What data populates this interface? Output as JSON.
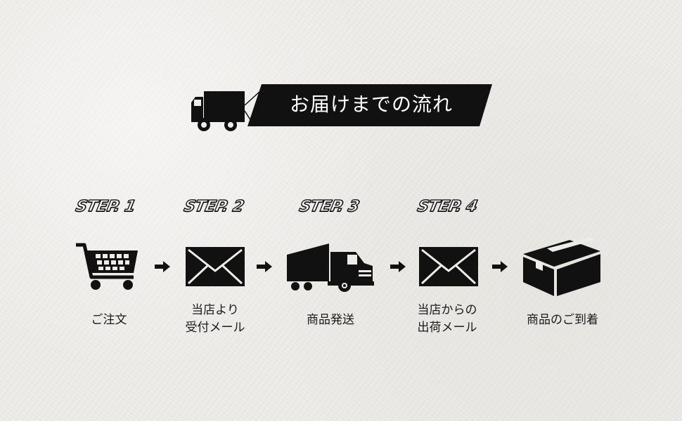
{
  "header": {
    "title": "お届けまでの流れ",
    "icon": "truck-icon"
  },
  "steps": [
    {
      "label": "STEP. 1",
      "icon": "shopping-cart-icon",
      "caption_lines": [
        "ご注文"
      ]
    },
    {
      "label": "STEP. 2",
      "icon": "envelope-icon",
      "caption_lines": [
        "当店より",
        "受付メール"
      ]
    },
    {
      "label": "STEP. 3",
      "icon": "delivery-truck-icon",
      "caption_lines": [
        "商品発送"
      ]
    },
    {
      "label": "STEP. 4",
      "icon": "envelope-icon",
      "caption_lines": [
        "当店からの",
        "出荷メール"
      ]
    },
    {
      "label": "",
      "icon": "package-box-icon",
      "caption_lines": [
        "商品のご到着"
      ]
    }
  ],
  "colors": {
    "background": "#eeece8",
    "ink": "#111111",
    "banner_text": "#ffffff"
  }
}
